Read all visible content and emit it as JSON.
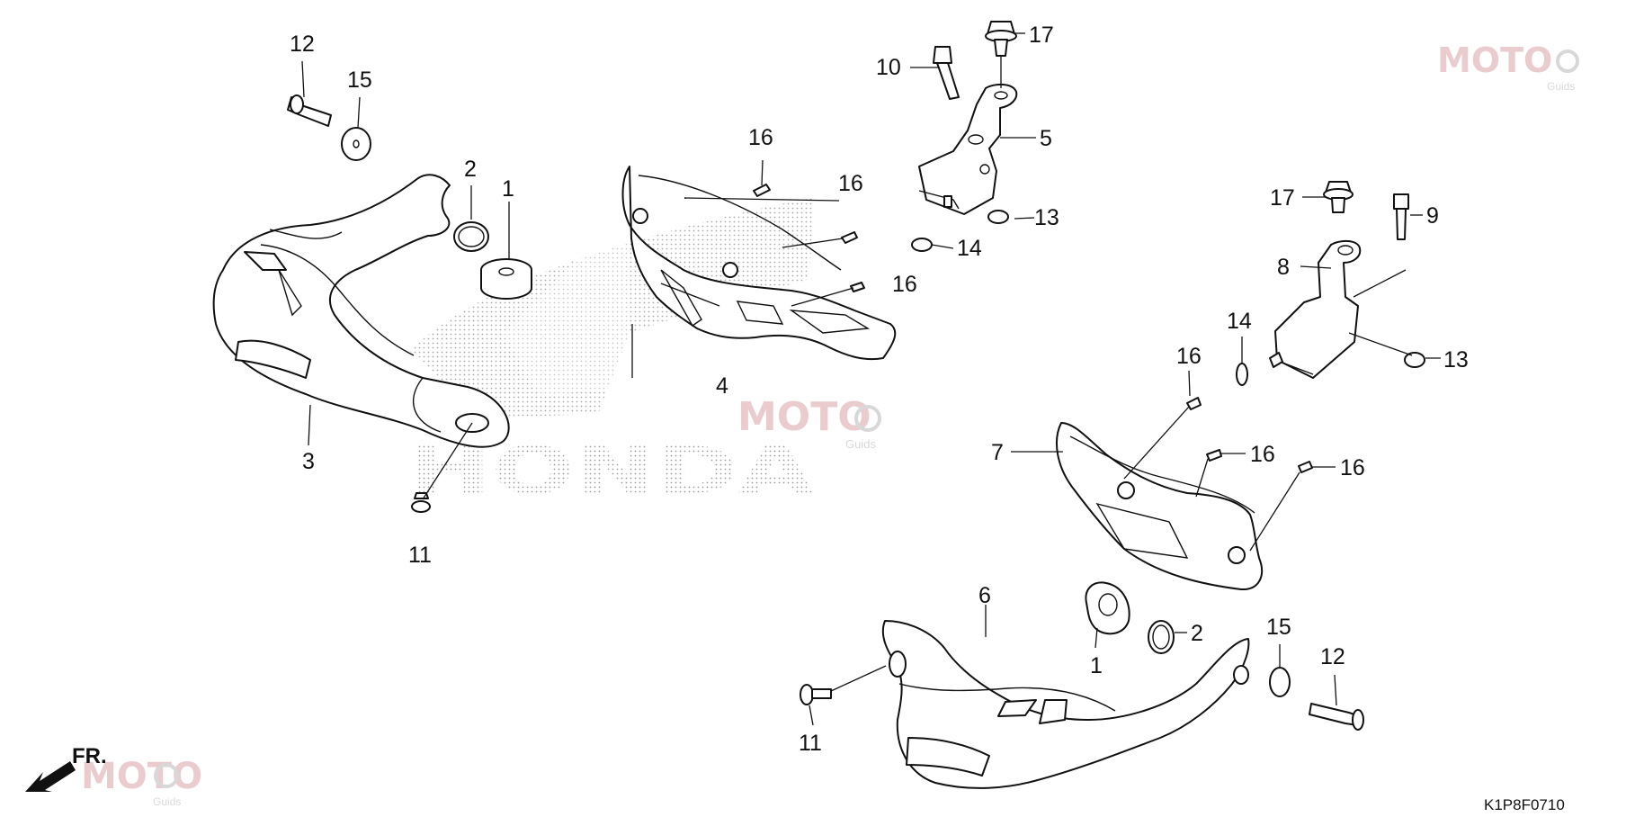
{
  "diagram": {
    "drawing_code": "K1P8F0710",
    "front_marker": "FR.",
    "brand_logo": "HONDA",
    "watermark": {
      "text": "MOTO",
      "subtext": "Guids"
    },
    "callouts": [
      {
        "id": "c12a",
        "label": "12"
      },
      {
        "id": "c15a",
        "label": "15"
      },
      {
        "id": "c2a",
        "label": "2"
      },
      {
        "id": "c1a",
        "label": "1"
      },
      {
        "id": "c3",
        "label": "3"
      },
      {
        "id": "c11a",
        "label": "11"
      },
      {
        "id": "c16a",
        "label": "16"
      },
      {
        "id": "c16b",
        "label": "16"
      },
      {
        "id": "c16c",
        "label": "16"
      },
      {
        "id": "c4",
        "label": "4"
      },
      {
        "id": "c10",
        "label": "10"
      },
      {
        "id": "c17a",
        "label": "17"
      },
      {
        "id": "c5",
        "label": "5"
      },
      {
        "id": "c13a",
        "label": "13"
      },
      {
        "id": "c14a",
        "label": "14"
      },
      {
        "id": "c17b",
        "label": "17"
      },
      {
        "id": "c9",
        "label": "9"
      },
      {
        "id": "c8",
        "label": "8"
      },
      {
        "id": "c14b",
        "label": "14"
      },
      {
        "id": "c13b",
        "label": "13"
      },
      {
        "id": "c16d",
        "label": "16"
      },
      {
        "id": "c7",
        "label": "7"
      },
      {
        "id": "c16e",
        "label": "16"
      },
      {
        "id": "c16f",
        "label": "16"
      },
      {
        "id": "c6",
        "label": "6"
      },
      {
        "id": "c2b",
        "label": "2"
      },
      {
        "id": "c1b",
        "label": "1"
      },
      {
        "id": "c15b",
        "label": "15"
      },
      {
        "id": "c12b",
        "label": "12"
      },
      {
        "id": "c11b",
        "label": "11"
      }
    ]
  }
}
